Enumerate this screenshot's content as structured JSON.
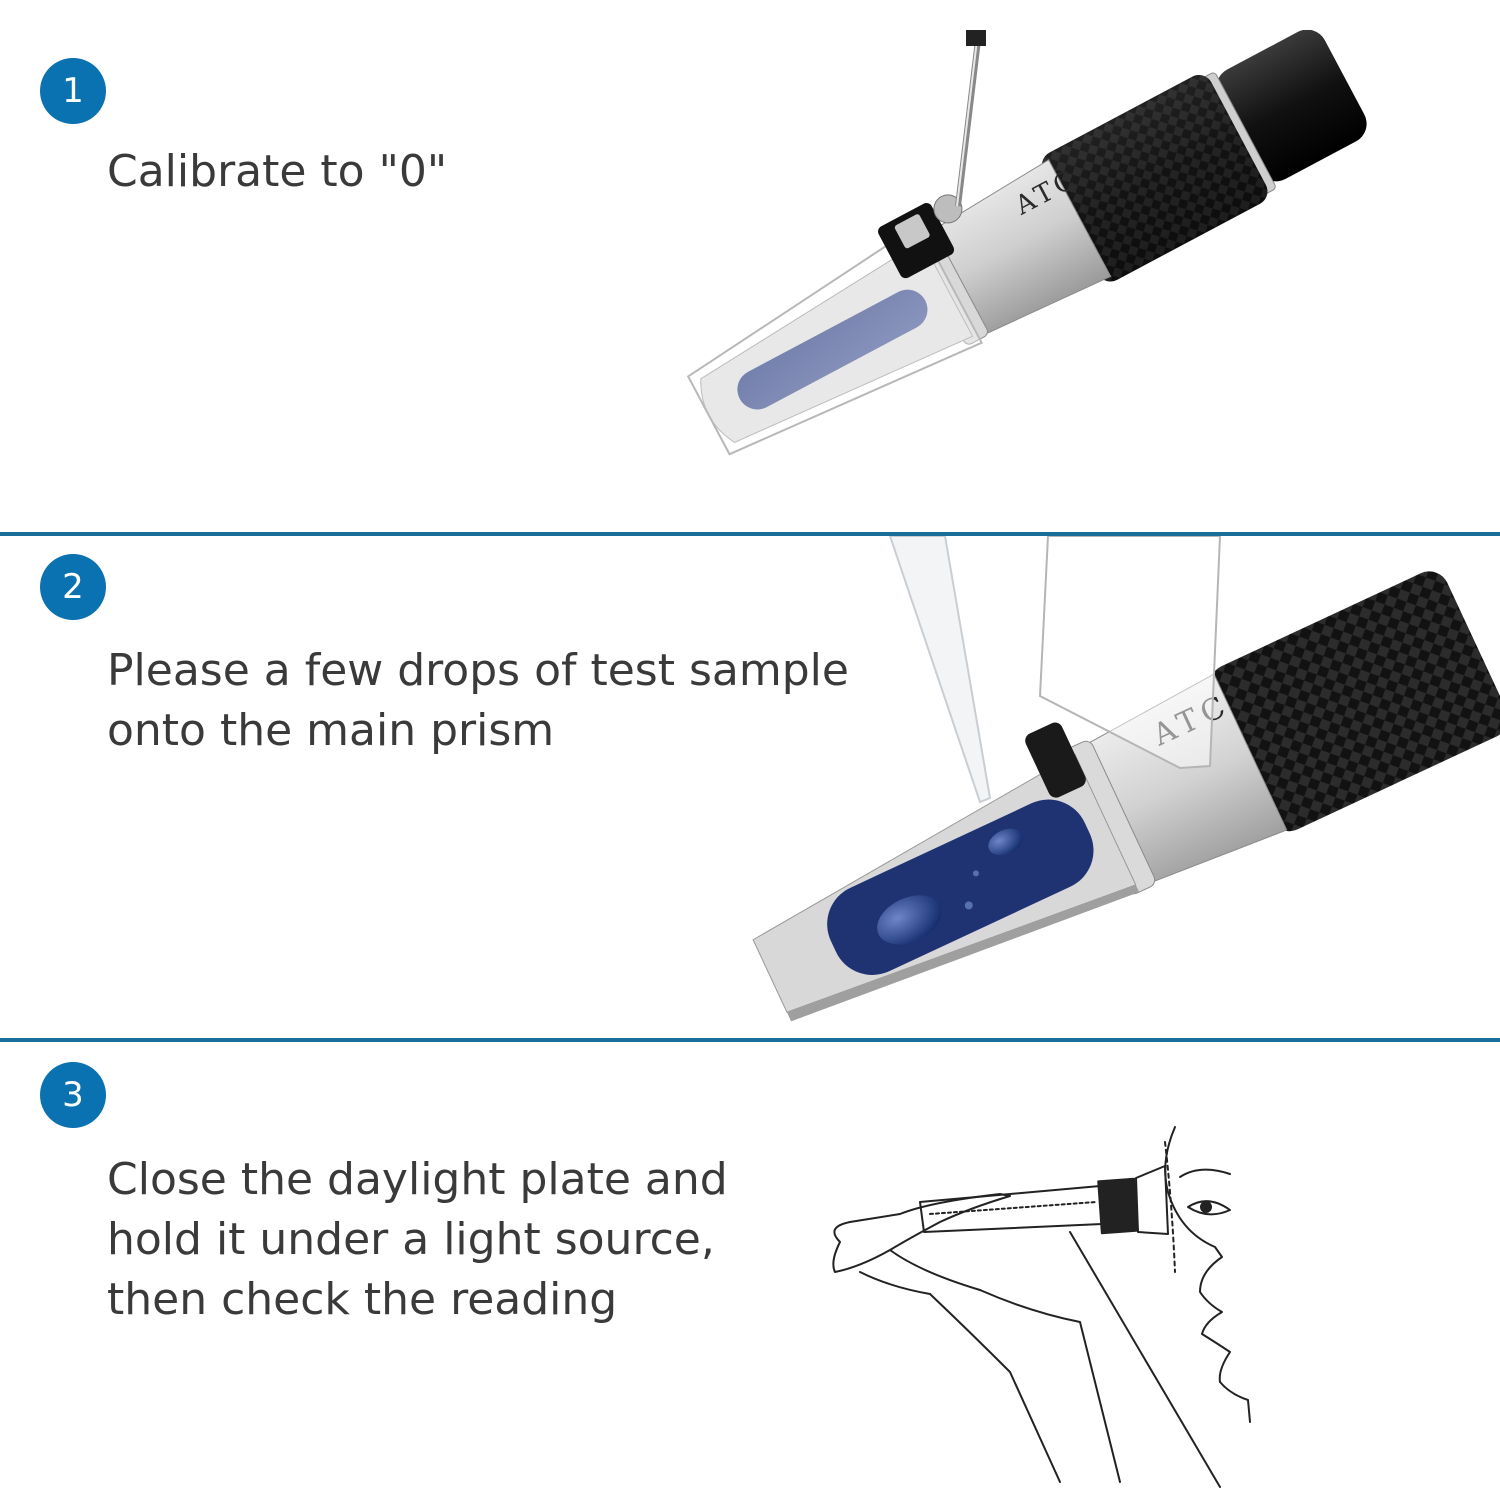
{
  "colors": {
    "accent": "#0a72b0",
    "divider": "#1a6e9a",
    "text": "#3a3a3a"
  },
  "steps": [
    {
      "number": "1",
      "lines": [
        "Calibrate to \"0\""
      ],
      "illustration": "refractometer-calibration-screwdriver"
    },
    {
      "number": "2",
      "lines": [
        "Please a few drops of test sample",
        "onto the main prism"
      ],
      "illustration": "refractometer-prism-with-drops"
    },
    {
      "number": "3",
      "lines": [
        "Close the daylight plate and",
        "hold it under a light source,",
        "then check the reading"
      ],
      "illustration": "person-looking-through-refractometer"
    }
  ],
  "device": {
    "engraving": "ATC"
  }
}
